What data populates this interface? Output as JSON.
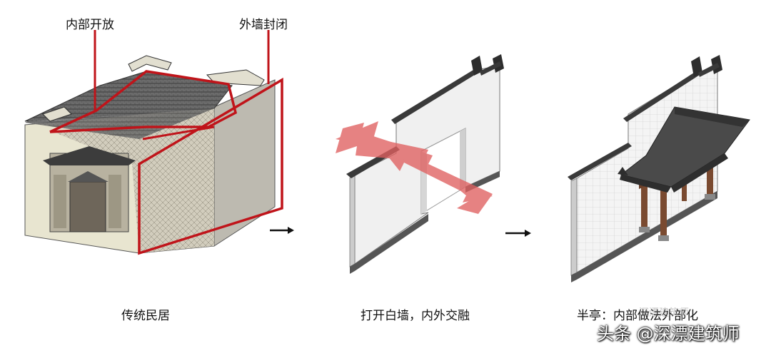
{
  "annotations": {
    "inner_open": "内部开放",
    "outer_closed": "外墙封闭"
  },
  "captions": {
    "step1": "传统民居",
    "step2": "打开白墙，内外交融",
    "step3": "半亭：内部做法外部化"
  },
  "watermark": {
    "text": "头条 @深漂建筑师",
    "faint": "深漂建筑师"
  },
  "colors": {
    "accent_red": "#c0141a",
    "arrow_red": "#e06060",
    "roof_dark": "#3a3a3a",
    "wall_white": "#f2f2f2",
    "timber": "#7a4a30"
  }
}
